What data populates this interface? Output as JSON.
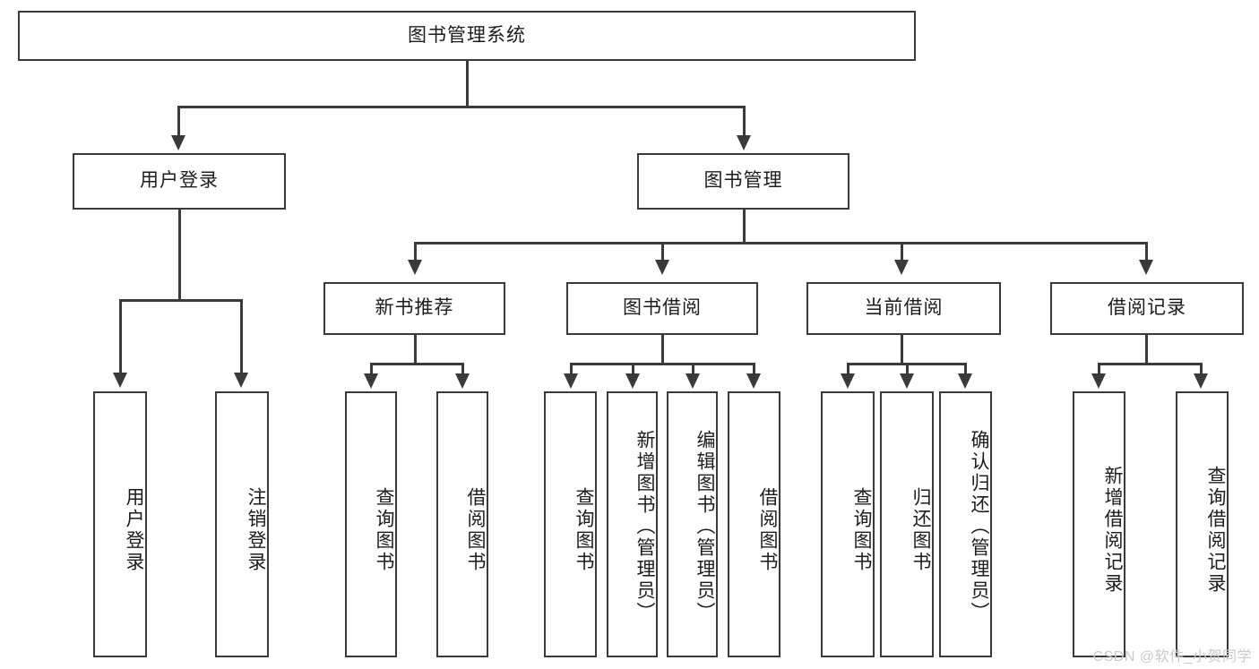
{
  "diagram": {
    "title": "图书管理系统",
    "root": {
      "label": "图书管理系统"
    },
    "level1": [
      {
        "label": "用户登录"
      },
      {
        "label": "图书管理"
      }
    ],
    "level2": [
      {
        "label": "新书推荐"
      },
      {
        "label": "图书借阅"
      },
      {
        "label": "当前借阅"
      },
      {
        "label": "借阅记录"
      }
    ],
    "leaves": {
      "user_login": [
        {
          "label": "用户登录"
        },
        {
          "label": "注销登录"
        }
      ],
      "new_book_recommend": [
        {
          "label": "查询图书"
        },
        {
          "label": "借阅图书"
        }
      ],
      "book_borrow": [
        {
          "label": "查询图书"
        },
        {
          "label": "新增图书（管理员）"
        },
        {
          "label": "编辑图书（管理员）"
        },
        {
          "label": "借阅图书"
        }
      ],
      "current_borrow": [
        {
          "label": "查询图书"
        },
        {
          "label": "归还图书"
        },
        {
          "label": "确认归还（管理员）"
        }
      ],
      "borrow_record": [
        {
          "label": "新增借阅记录"
        },
        {
          "label": "查询借阅记录"
        }
      ]
    }
  },
  "watermark": {
    "text": "CSDN @软件_小贺同学"
  },
  "colors": {
    "stroke": "#3a3a3a",
    "fill": "#ffffff",
    "text": "#1c1c1c",
    "watermark": "#c9c9c9"
  }
}
